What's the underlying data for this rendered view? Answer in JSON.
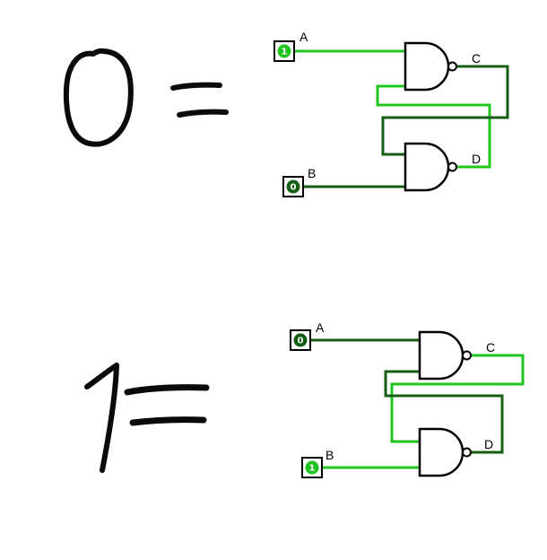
{
  "annotations": {
    "top_symbol": "0",
    "top_equals": "=",
    "bottom_symbol": "1",
    "bottom_equals": "="
  },
  "top_circuit": {
    "gate_type": "NAND",
    "input_a": {
      "label": "A",
      "value": "1",
      "color": "#1fc41f"
    },
    "input_b": {
      "label": "B",
      "value": "0",
      "color": "#135e13"
    },
    "output_c": {
      "label": "C",
      "color": "#135e13"
    },
    "output_d": {
      "label": "D",
      "color": "#1fc41f"
    }
  },
  "bottom_circuit": {
    "gate_type": "NAND",
    "input_a": {
      "label": "A",
      "value": "0",
      "color": "#135e13"
    },
    "input_b": {
      "label": "B",
      "value": "1",
      "color": "#1fc41f"
    },
    "output_c": {
      "label": "C",
      "color": "#1fc41f"
    },
    "output_d": {
      "label": "D",
      "color": "#135e13"
    }
  }
}
